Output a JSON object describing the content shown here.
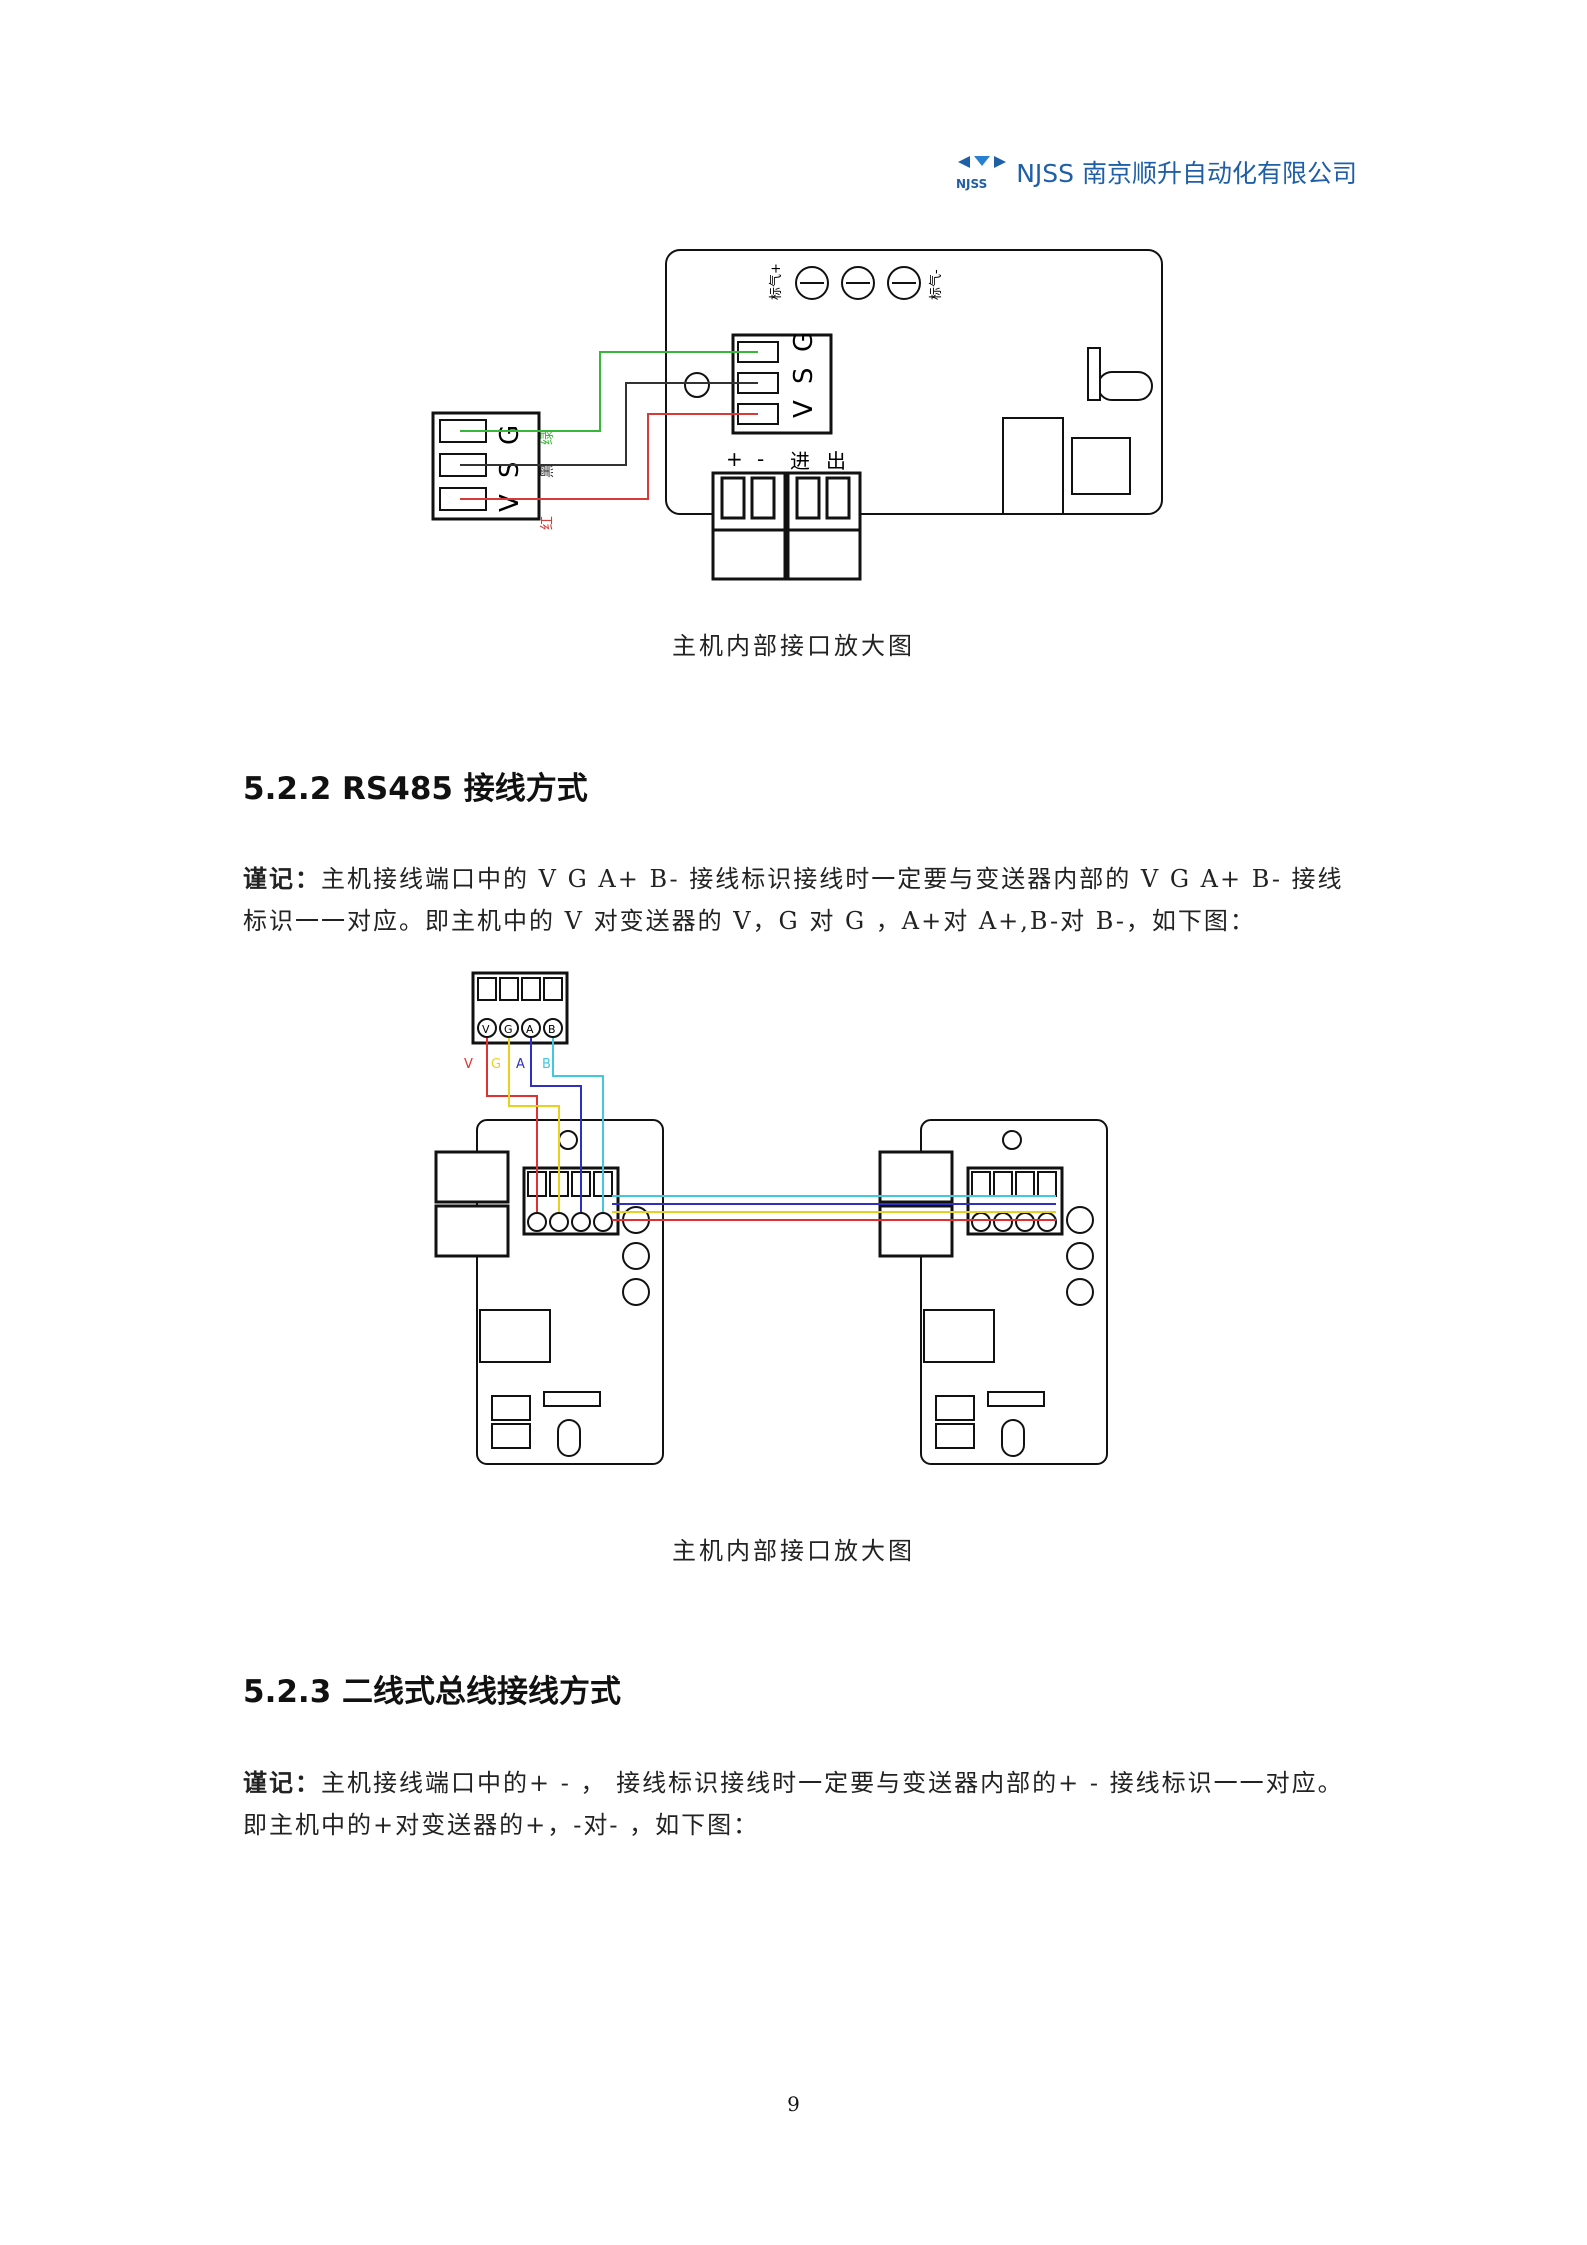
{
  "header": {
    "company": "NJSS 南京顺升自动化有限公司",
    "logo_text": "NJSS",
    "brand_color": "#1f5fa8"
  },
  "figure1": {
    "connector_labels": [
      "V",
      "S",
      "G"
    ],
    "wire_labels": [
      "绿",
      "黑",
      "红"
    ],
    "wire_colors": [
      "#38b838",
      "#333333",
      "#d83a3a"
    ],
    "board_labels": {
      "power_plus": "+",
      "power_minus": "-",
      "in": "进",
      "out": "出"
    },
    "caption": "主机内部接口放大图"
  },
  "section_522": {
    "title": "5.2.2 RS485 接线方式",
    "note_label": "谨记：",
    "note_text": "主机接线端口中的 V G A+ B- 接线标识接线时一定要与变送器内部的 V G A+ B- 接线标识一一对应。即主机中的 V 对变送器的 V，G 对 G ，A+对 A+,B-对 B-，如下图："
  },
  "figure2": {
    "terminal_labels": [
      "V",
      "G",
      "A",
      "B"
    ],
    "wire_colors": [
      "#e03030",
      "#e8d020",
      "#3030c0",
      "#40c8e0"
    ],
    "caption": "主机内部接口放大图"
  },
  "section_523": {
    "title": "5.2.3 二线式总线接线方式",
    "note_label": "谨记：",
    "note_text": "主机接线端口中的+ - ，  接线标识接线时一定要与变送器内部的+ - 接线标识一一对应。即主机中的+对变送器的+，-对- ，如下图："
  },
  "page_number": "9"
}
